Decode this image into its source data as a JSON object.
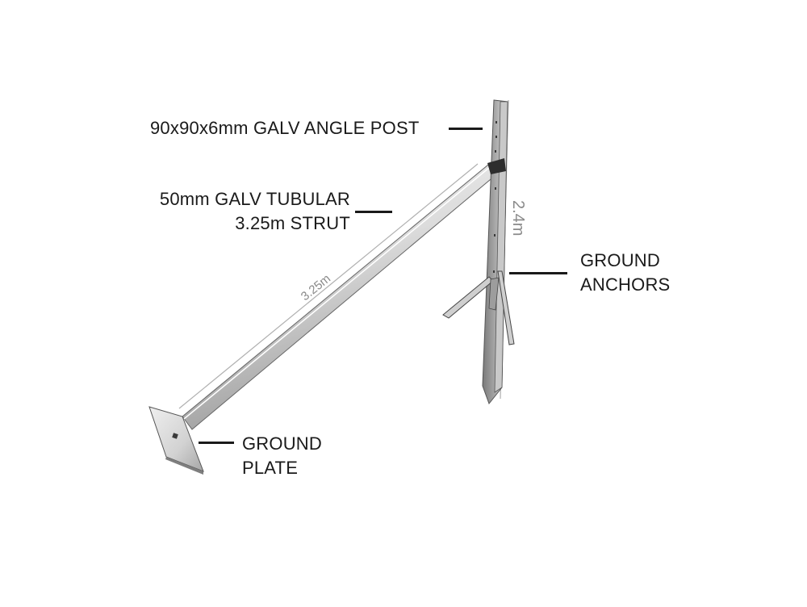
{
  "labels": {
    "post": "90x90x6mm GALV ANGLE POST",
    "strut_line1": "50mm GALV TUBULAR",
    "strut_line2": "3.25m STRUT",
    "anchors_line1": "GROUND",
    "anchors_line2": "ANCHORS",
    "plate_line1": "GROUND",
    "plate_line2": "PLATE"
  },
  "dimensions": {
    "strut_length": "3.25m",
    "post_height": "2.4m"
  },
  "colors": {
    "metal_light": "#e8e8e8",
    "metal_mid": "#c4c4c4",
    "metal_dark": "#6f6f6f",
    "outline": "#555555",
    "label": "#1a1a1a"
  }
}
